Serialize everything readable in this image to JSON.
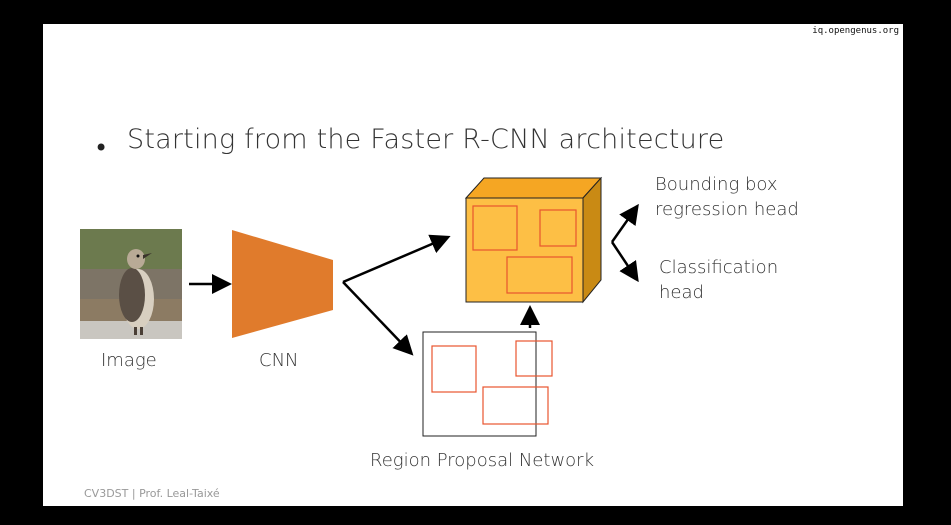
{
  "watermark": "iq.opengenus.org",
  "bullet": "Starting from the Faster R-CNN architecture",
  "labels": {
    "image": "Image",
    "cnn": "CNN",
    "rpn": "Region Proposal Network",
    "bbox_head_line1": "Bounding box",
    "bbox_head_line2": "regression head",
    "cls_head_line1": "Classification",
    "cls_head_line2": "head"
  },
  "footer": "CV3DST | Prof. Leal-Taixé",
  "colors": {
    "cnn_fill": "#E07B2C",
    "feature_map_fill": "#FDBF45",
    "box_outline": "#E8552E"
  }
}
